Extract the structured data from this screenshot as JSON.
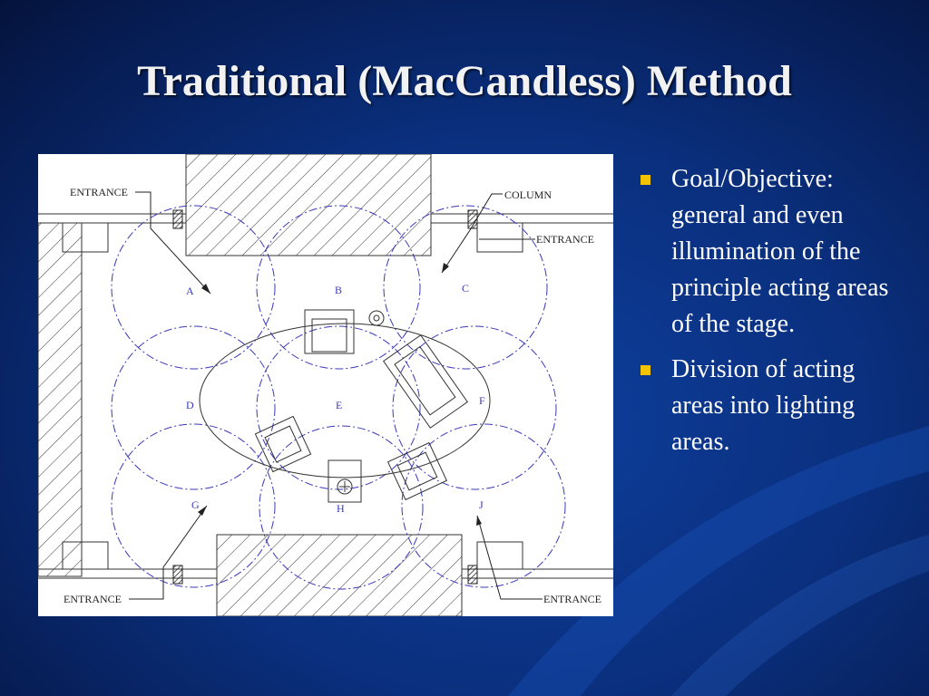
{
  "slide": {
    "title": "Traditional (MacCandless) Method",
    "bullets": [
      {
        "text": "Goal/Objective: general and even illumination of the principle acting areas of the stage."
      },
      {
        "text": "Division of acting areas into lighting areas."
      }
    ]
  },
  "diagram": {
    "labels": {
      "entrance_top_left": "ENTRANCE",
      "column": "COLUMN",
      "entrance_top_right": "ENTRANCE",
      "entrance_bottom_left": "ENTRANCE",
      "entrance_bottom_right": "ENTRANCE"
    },
    "areas": [
      "A",
      "B",
      "C",
      "D",
      "E",
      "F",
      "G",
      "H",
      "J"
    ]
  },
  "colors": {
    "background": "#0a2f7d",
    "title": "#f2f2f2",
    "bullet_marker": "#f5c400",
    "area_circles": "#3a3ab8"
  }
}
